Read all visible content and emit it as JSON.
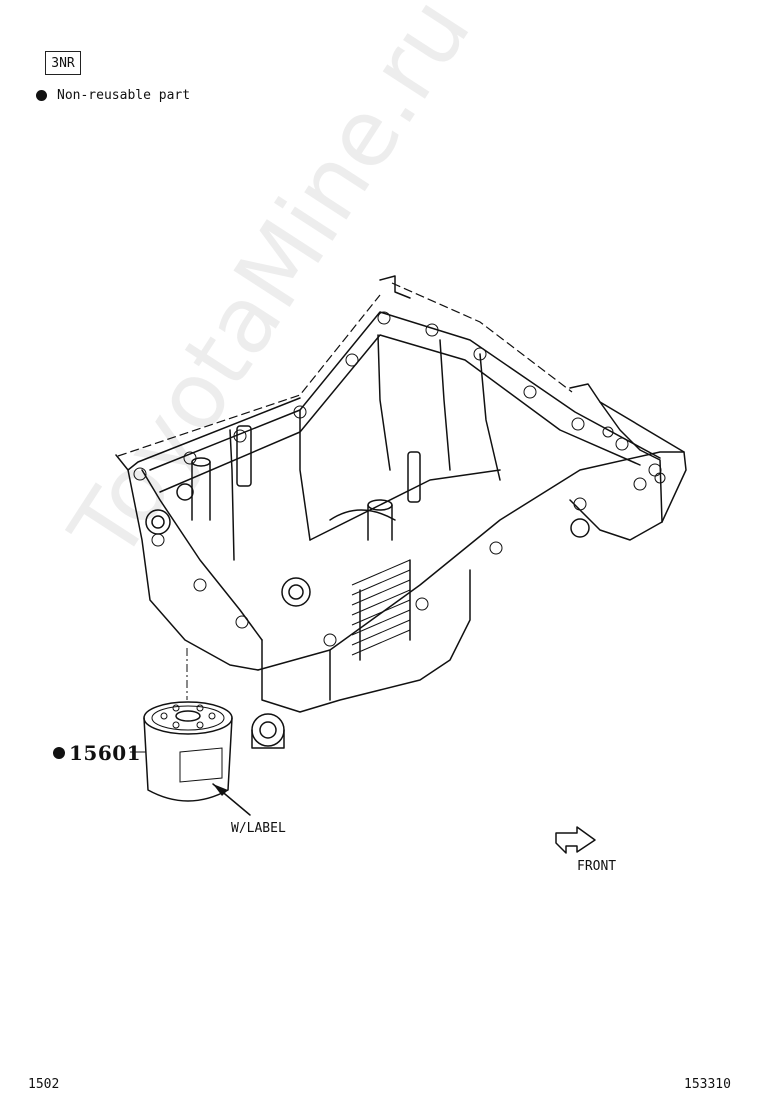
{
  "header": {
    "engine_code": "3NR",
    "legend_symbol": "●",
    "legend_text": "Non-reusable part"
  },
  "callouts": {
    "part_number": "15601",
    "label_note": "W/LABEL",
    "direction_label": "FRONT"
  },
  "footer": {
    "left_code": "1502",
    "right_code": "153310"
  },
  "watermark": {
    "text": "ToyotaMine.ru"
  },
  "icons": {
    "non_reusable_marker": "filled-circle",
    "front_direction": "hollow-arrow"
  }
}
